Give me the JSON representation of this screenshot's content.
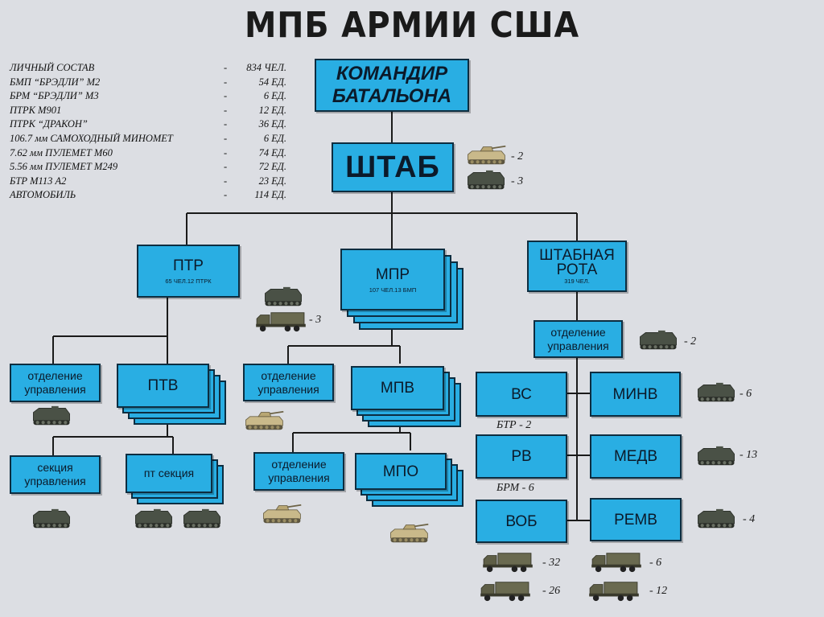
{
  "title": "МПБ АРМИИ США",
  "stats": [
    {
      "name": "ЛИЧНЫЙ СОСТАВ",
      "value": "834 ЧЕЛ."
    },
    {
      "name": "БМП “БРЭДЛИ” М2",
      "value": "54 ЕД."
    },
    {
      "name": "БРМ “БРЭДЛИ” М3",
      "value": "6 ЕД."
    },
    {
      "name": "ПТРК М901",
      "value": "12 ЕД."
    },
    {
      "name": "ПТРК “ДРАКОН”",
      "value": "36 ЕД."
    },
    {
      "name": "106.7 мм САМОХОДНЫЙ МИНОМЕТ",
      "value": "6 ЕД."
    },
    {
      "name": "7.62 мм ПУЛЕМЕТ М60",
      "value": "74 ЕД."
    },
    {
      "name": "5.56 мм ПУЛЕМЕТ М249",
      "value": "72 ЕД."
    },
    {
      "name": "БТР М113 А2",
      "value": "23 ЕД."
    },
    {
      "name": "АВТОМОБИЛЬ",
      "value": "114 ЕД."
    }
  ],
  "stat_dash": "-",
  "units": {
    "commander": {
      "line1": "КОМАНДИР",
      "line2": "БАТАЛЬОНА"
    },
    "hq": "ШТАБ",
    "ptr": {
      "name": "ПТР",
      "sub": "65 ЧЕЛ.12 ПТРК"
    },
    "mpr": {
      "name": "МПР",
      "sub": "107 ЧЕЛ.13 БМП"
    },
    "hq_company": {
      "line1": "ШТАБНАЯ",
      "line2": "РОТА",
      "sub": "319 ЧЕЛ."
    },
    "ptr_control": "отделение управления",
    "ptv": "ПТВ",
    "mpr_control": "отделение управления",
    "mpv": "МПВ",
    "section_control": "секция управления",
    "at_section": "пт секция",
    "mpv_control": "отделение управления",
    "mpo": "МПО",
    "hqc_control": "отделение управления",
    "vs": "ВС",
    "minv": "МИНВ",
    "rv": "РВ",
    "medv": "МЕДВ",
    "vob": "ВОБ",
    "remv": "РЕМВ"
  },
  "annotations": {
    "hq_tank": "- 2",
    "hq_apc": "- 3",
    "ptr_vehicles": "- 3",
    "hqc_control_apc": "- 2",
    "minv_apc": "- 6",
    "medv_apc": "- 13",
    "remv_vehicle": "- 4",
    "btr": "БТР - 2",
    "brm": "БРМ - 6",
    "truck_a": "- 32",
    "truck_b": "- 26",
    "truck_c": "- 6",
    "truck_d": "- 12"
  },
  "colors": {
    "unit_fill": "#29aee3",
    "unit_border": "#0d2d40",
    "background": "#dcdee3",
    "vehicle": "#4a5146",
    "bradley": "#c9b98a"
  }
}
